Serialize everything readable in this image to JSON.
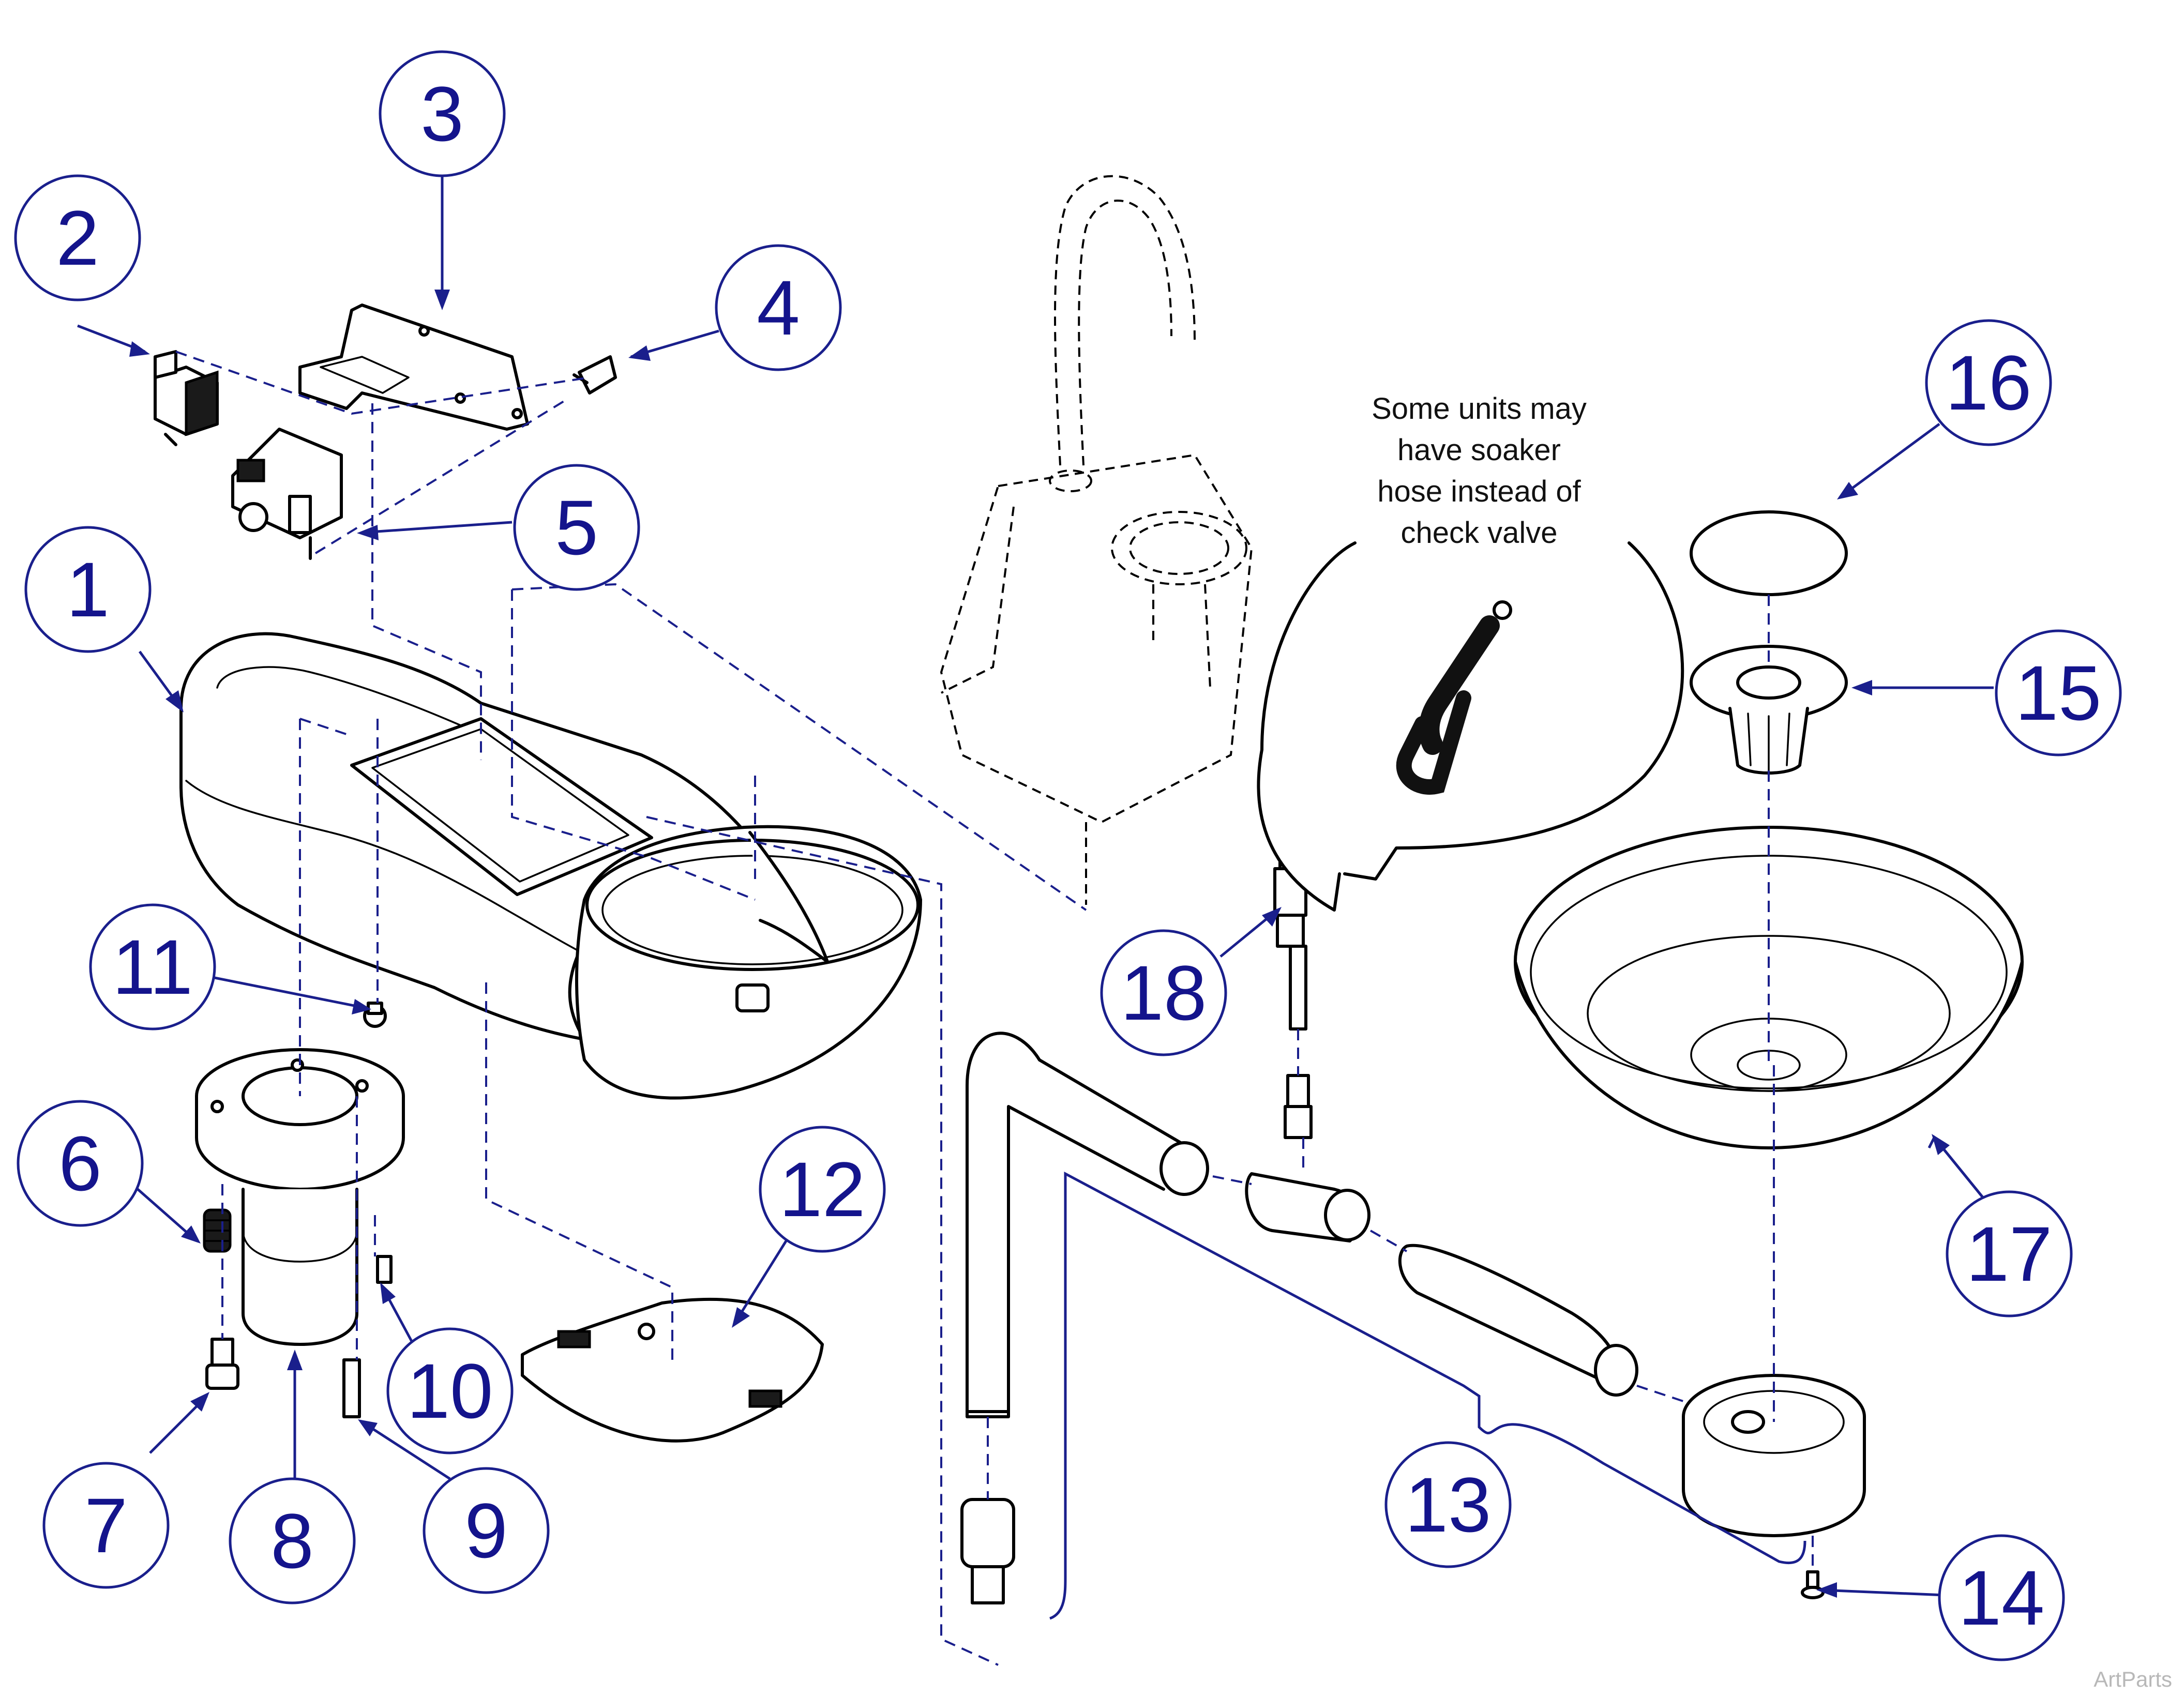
{
  "callouts": [
    {
      "id": "1",
      "label": "1"
    },
    {
      "id": "2",
      "label": "2"
    },
    {
      "id": "3",
      "label": "3"
    },
    {
      "id": "4",
      "label": "4"
    },
    {
      "id": "5",
      "label": "5"
    },
    {
      "id": "6",
      "label": "6"
    },
    {
      "id": "7",
      "label": "7"
    },
    {
      "id": "8",
      "label": "8"
    },
    {
      "id": "9",
      "label": "9"
    },
    {
      "id": "10",
      "label": "10"
    },
    {
      "id": "11",
      "label": "11"
    },
    {
      "id": "12",
      "label": "12"
    },
    {
      "id": "13",
      "label": "13"
    },
    {
      "id": "14",
      "label": "14"
    },
    {
      "id": "15",
      "label": "15"
    },
    {
      "id": "16",
      "label": "16"
    },
    {
      "id": "17",
      "label": "17"
    },
    {
      "id": "18",
      "label": "18"
    }
  ],
  "note": {
    "lines": [
      "Some units may",
      "have soaker",
      "hose instead of",
      "check valve"
    ]
  },
  "watermark": "ArtParts",
  "colors": {
    "callout": "#1a1f8c",
    "line_art": "#000000"
  }
}
